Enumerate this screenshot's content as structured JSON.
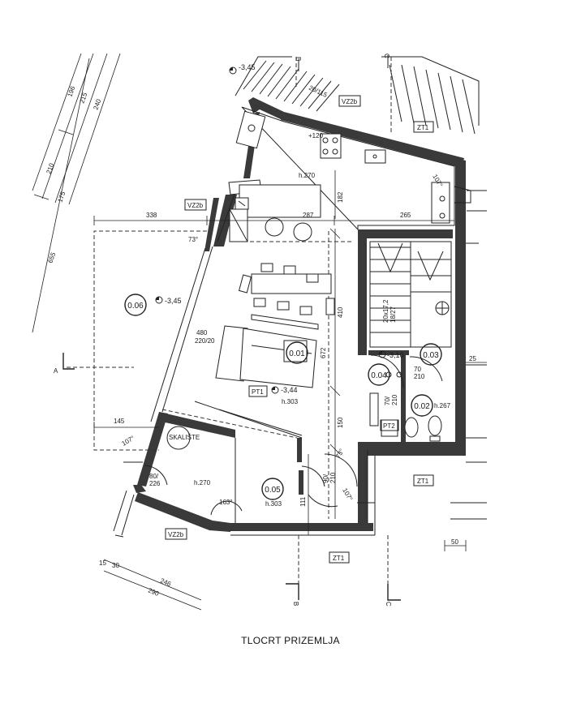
{
  "caption": "TLOCRT PRIZEMLJA",
  "rooms": {
    "r001": "0.01",
    "r002": "0.02",
    "r003": "0.03",
    "r004": "0.04",
    "r005": "0.05",
    "r006": "0.06"
  },
  "heights": {
    "h270_top": "h.270",
    "h303_mid": "h.303",
    "h270_bottom": "h.270",
    "h303_bottom": "h.303",
    "h267": "h.267"
  },
  "levels": {
    "top": "-3,45",
    "terrace": "-3,45",
    "mid": "-3,44",
    "stair": "-3,10"
  },
  "wall_tags": {
    "vz2b_top": "VZ2b",
    "vz2b_left": "VZ2b",
    "vz2b_bottom": "VZ2b",
    "zt1_top": "ZT1",
    "zt1_right": "ZT1",
    "zt1_bottom": "ZT1",
    "pt1": "PT1",
    "pt2": "PT2"
  },
  "dimensions": {
    "d338": "338",
    "d287": "287",
    "d265": "265",
    "d182": "182",
    "d410": "410",
    "d672": "672",
    "d150": "150",
    "d111": "111",
    "d145": "145",
    "d246": "246",
    "d290": "290",
    "d50": "50",
    "d25": "25",
    "d196": "196",
    "d215": "215",
    "d240": "240",
    "d210": "210",
    "d175": "175",
    "d655": "655",
    "d15": "15",
    "d30": "30"
  },
  "angles": {
    "a73_left": "73°",
    "a107_topright": "107°",
    "a107_left": "107°",
    "a163": "163°",
    "a73_mid": "73°",
    "a107_mid": "107°"
  },
  "openings": {
    "o80_226": "80/\n226",
    "o70_210_a": "70\n210",
    "o70_210_b": "70/\n210",
    "o90_210": "90/\n210",
    "o20_115": "20/115",
    "o1_120": "+120",
    "o480": "480",
    "o220_20": "220/20",
    "stair_steps": "20x17,2\n18/27",
    "skyl": "SKALIŠTE"
  },
  "section_marks": {
    "a": "A",
    "b_top": "B",
    "b_bottom": "B",
    "c_top": "C",
    "c_bottom": "C"
  },
  "colors": {
    "wall": "#3a3a3a",
    "line": "#222222",
    "background": "#ffffff"
  }
}
